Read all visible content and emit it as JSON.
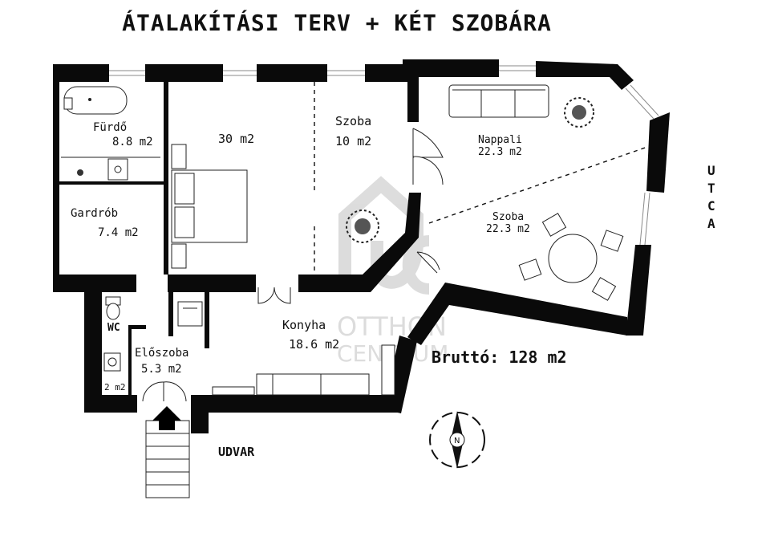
{
  "title": "ÁTALAKÍTÁSI TERV + KÉT SZOBÁRA",
  "rooms": {
    "furdo": {
      "name": "Fürdő",
      "area": "8.8 m2"
    },
    "haloszoba_area": "30 m2",
    "szoba_small": {
      "name": "Szoba",
      "area": "10 m2"
    },
    "nappali": {
      "name": "Nappali",
      "area": "22.3 m2"
    },
    "szoba_big": {
      "name": "Szoba",
      "area": "22.3 m2"
    },
    "gardrob": {
      "name": "Gardrób",
      "area": "7.4 m2"
    },
    "wc": {
      "name": "WC"
    },
    "small_area": "2 m2",
    "eloszoba": {
      "name": "Előszoba",
      "area": "5.3 m2"
    },
    "konyha": {
      "name": "Konyha",
      "area": "18.6 m2"
    }
  },
  "brutto": "Bruttó: 128 m2",
  "street": [
    "U",
    "T",
    "C",
    "A"
  ],
  "courtyard": "UDVAR",
  "compass": {
    "letter": "N"
  },
  "watermark": {
    "line1": "OTTHON",
    "line2": "CENTRUM"
  }
}
